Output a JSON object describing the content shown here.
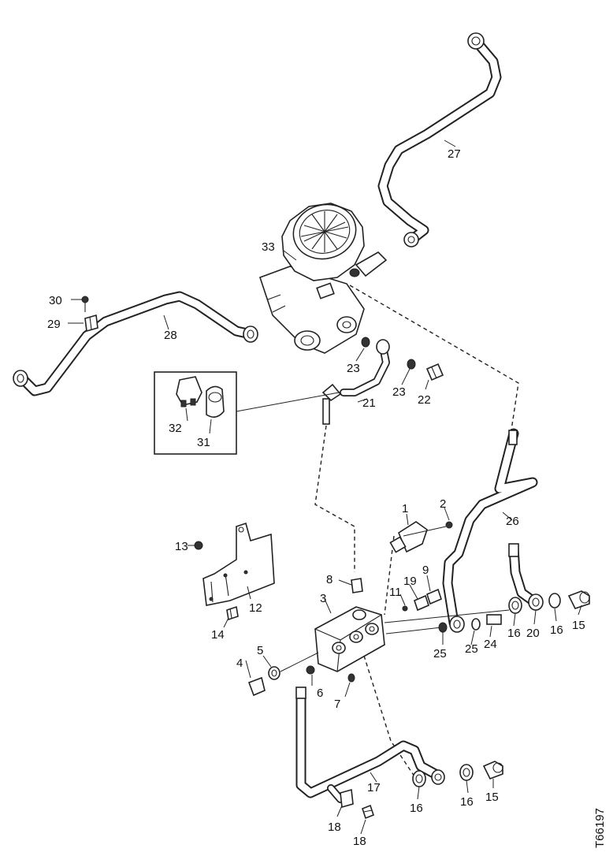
{
  "labels": [
    "1",
    "2",
    "3",
    "4",
    "5",
    "6",
    "7",
    "8",
    "9",
    "11",
    "12",
    "13",
    "14",
    "15",
    "15",
    "15",
    "16",
    "16",
    "16",
    "16",
    "17",
    "18",
    "18",
    "19",
    "20",
    "21",
    "22",
    "23",
    "23",
    "24",
    "25",
    "25",
    "26",
    "27",
    "28",
    "29",
    "30",
    "31",
    "32",
    "33"
  ],
  "drawing_number": "T66197"
}
